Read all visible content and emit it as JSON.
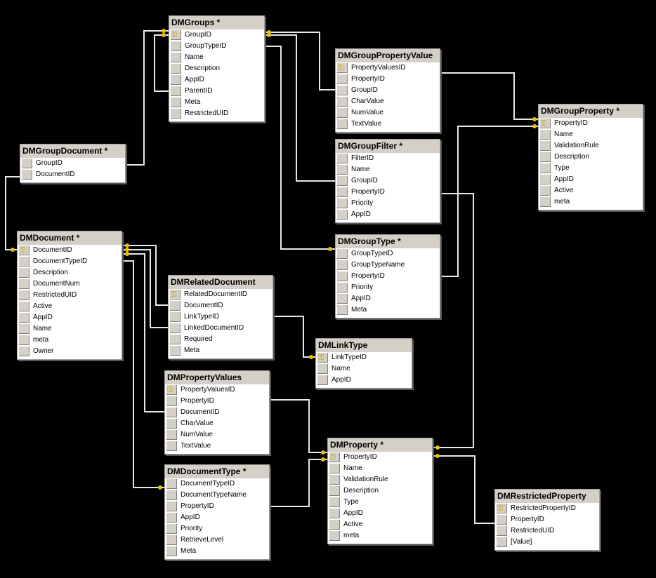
{
  "tables": [
    {
      "id": "DMGroups",
      "title": "DMGroups *",
      "columns": [
        {
          "name": "GroupID",
          "pk": true
        },
        {
          "name": "GroupTypeID"
        },
        {
          "name": "Name"
        },
        {
          "name": "Description"
        },
        {
          "name": "AppID"
        },
        {
          "name": "ParentID"
        },
        {
          "name": "Meta"
        },
        {
          "name": "RestrictedUID"
        }
      ]
    },
    {
      "id": "DMGroupPropertyValue",
      "title": "DMGroupPropertyValue",
      "columns": [
        {
          "name": "PropertyValuesID",
          "pk": true
        },
        {
          "name": "PropertyID"
        },
        {
          "name": "GroupID"
        },
        {
          "name": "CharValue"
        },
        {
          "name": "NumValue"
        },
        {
          "name": "TextValue"
        }
      ]
    },
    {
      "id": "DMGroupProperty",
      "title": "DMGroupProperty *",
      "columns": [
        {
          "name": "PropertyID",
          "pk": true
        },
        {
          "name": "Name"
        },
        {
          "name": "ValidationRule"
        },
        {
          "name": "Description"
        },
        {
          "name": "Type"
        },
        {
          "name": "AppID"
        },
        {
          "name": "Active"
        },
        {
          "name": "meta"
        }
      ]
    },
    {
      "id": "DMGroupDocument",
      "title": "DMGroupDocument *",
      "columns": [
        {
          "name": "GroupID"
        },
        {
          "name": "DocumentID"
        }
      ]
    },
    {
      "id": "DMGroupFilter",
      "title": "DMGroupFilter *",
      "columns": [
        {
          "name": "FilterID"
        },
        {
          "name": "Name"
        },
        {
          "name": "GroupID"
        },
        {
          "name": "PropertyID"
        },
        {
          "name": "Priority"
        },
        {
          "name": "AppID"
        }
      ]
    },
    {
      "id": "DMDocument",
      "title": "DMDocument *",
      "columns": [
        {
          "name": "DocumentID",
          "pk": true
        },
        {
          "name": "DocumentTypeID"
        },
        {
          "name": "Description"
        },
        {
          "name": "DocumentNum"
        },
        {
          "name": "RestrictedUID"
        },
        {
          "name": "Active"
        },
        {
          "name": "AppID"
        },
        {
          "name": "Name"
        },
        {
          "name": "meta"
        },
        {
          "name": "Owner"
        }
      ]
    },
    {
      "id": "DMGroupType",
      "title": "DMGroupType *",
      "columns": [
        {
          "name": "GroupTypeID"
        },
        {
          "name": "GroupTypeName"
        },
        {
          "name": "PropertyID"
        },
        {
          "name": "Priority"
        },
        {
          "name": "AppID"
        },
        {
          "name": "Meta"
        }
      ]
    },
    {
      "id": "DMRelatedDocument",
      "title": "DMRelatedDocument",
      "columns": [
        {
          "name": "RelatedDocumentID",
          "pk": true
        },
        {
          "name": "DocumentID"
        },
        {
          "name": "LinkTypeID"
        },
        {
          "name": "LinkedDocumentID"
        },
        {
          "name": "Required"
        },
        {
          "name": "Meta"
        }
      ]
    },
    {
      "id": "DMLinkType",
      "title": "DMLinkType",
      "columns": [
        {
          "name": "LinkTypeID",
          "pk": true
        },
        {
          "name": "Name"
        },
        {
          "name": "AppID"
        }
      ]
    },
    {
      "id": "DMPropertyValues",
      "title": "DMPropertyValues",
      "columns": [
        {
          "name": "PropertyValuesID",
          "pk": true
        },
        {
          "name": "PropertyID"
        },
        {
          "name": "DocumentID"
        },
        {
          "name": "CharValue"
        },
        {
          "name": "NumValue"
        },
        {
          "name": "TextValue"
        }
      ]
    },
    {
      "id": "DMProperty",
      "title": "DMProperty *",
      "columns": [
        {
          "name": "PropertyID",
          "pk": true
        },
        {
          "name": "Name"
        },
        {
          "name": "ValidationRule"
        },
        {
          "name": "Description"
        },
        {
          "name": "Type"
        },
        {
          "name": "AppID"
        },
        {
          "name": "Active"
        },
        {
          "name": "meta"
        }
      ]
    },
    {
      "id": "DMDocumentType",
      "title": "DMDocumentType *",
      "columns": [
        {
          "name": "DocumentTypeID"
        },
        {
          "name": "DocumentTypeName"
        },
        {
          "name": "PropertyID"
        },
        {
          "name": "AppID"
        },
        {
          "name": "Priority"
        },
        {
          "name": "RetrieveLevel"
        },
        {
          "name": "Meta"
        }
      ]
    },
    {
      "id": "DMRestrictedProperty",
      "title": "DMRestrictedProperty",
      "columns": [
        {
          "name": "RestrictedPropertyID",
          "pk": true
        },
        {
          "name": "PropertyID"
        },
        {
          "name": "RestrictedUID"
        },
        {
          "name": "[Value]"
        }
      ]
    }
  ],
  "relationships": [
    {
      "from": "DMGroups.ParentID",
      "to": "DMGroups.GroupID"
    },
    {
      "from": "DMGroupDocument.GroupID",
      "to": "DMGroups.GroupID"
    },
    {
      "from": "DMGroupPropertyValue.GroupID",
      "to": "DMGroups.GroupID"
    },
    {
      "from": "DMGroupFilter.GroupID",
      "to": "DMGroups.GroupID"
    },
    {
      "from": "DMGroups.GroupTypeID",
      "to": "DMGroupType.GroupTypeID"
    },
    {
      "from": "DMGroupPropertyValue.PropertyID",
      "to": "DMGroupProperty.PropertyID"
    },
    {
      "from": "DMGroupType.PropertyID",
      "to": "DMGroupProperty.PropertyID"
    },
    {
      "from": "DMGroupDocument.DocumentID",
      "to": "DMDocument.DocumentID"
    },
    {
      "from": "DMRelatedDocument.DocumentID",
      "to": "DMDocument.DocumentID"
    },
    {
      "from": "DMRelatedDocument.LinkedDocumentID",
      "to": "DMDocument.DocumentID"
    },
    {
      "from": "DMPropertyValues.DocumentID",
      "to": "DMDocument.DocumentID"
    },
    {
      "from": "DMDocument.DocumentTypeID",
      "to": "DMDocumentType.DocumentTypeID"
    },
    {
      "from": "DMRelatedDocument.LinkTypeID",
      "to": "DMLinkType.LinkTypeID"
    },
    {
      "from": "DMPropertyValues.PropertyID",
      "to": "DMProperty.PropertyID"
    },
    {
      "from": "DMDocumentType.PropertyID",
      "to": "DMProperty.PropertyID"
    },
    {
      "from": "DMGroupFilter.PropertyID",
      "to": "DMProperty.PropertyID"
    },
    {
      "from": "DMRestrictedProperty.PropertyID",
      "to": "DMProperty.PropertyID"
    }
  ]
}
